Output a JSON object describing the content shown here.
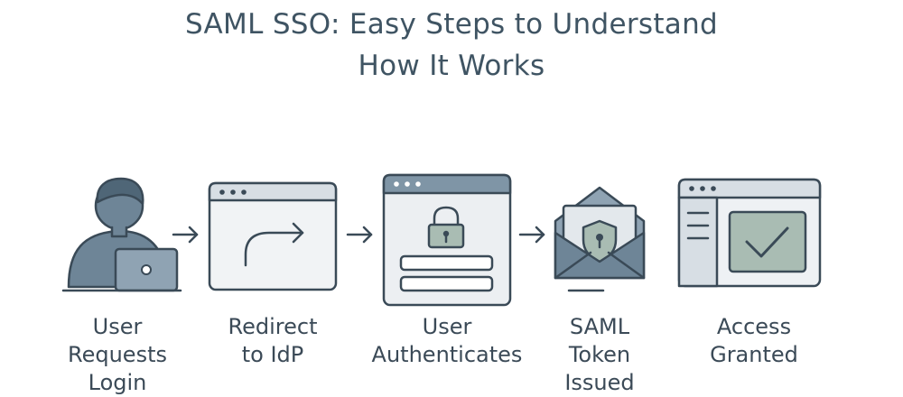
{
  "title_lines": [
    "SAML SSO: Easy Steps to Understand",
    "How It Works"
  ],
  "steps": [
    {
      "label_lines": [
        "User",
        "Requests",
        "Login"
      ],
      "icon": "user-laptop-icon"
    },
    {
      "label_lines": [
        "Redirect",
        "to IdP"
      ],
      "icon": "browser-redirect-icon"
    },
    {
      "label_lines": [
        "User",
        "Authenticates"
      ],
      "icon": "browser-login-lock-icon"
    },
    {
      "label_lines": [
        "SAML",
        "Token",
        "Issued"
      ],
      "icon": "envelope-shield-icon"
    },
    {
      "label_lines": [
        "Access",
        "Granted"
      ],
      "icon": "browser-checkmark-icon"
    }
  ],
  "colors": {
    "stroke": "#3a4a57",
    "fill_dark": "#6e8597",
    "fill_mid": "#8fa3b3",
    "fill_light": "#e3e8ec",
    "accent_green": "#a9bcb3"
  }
}
